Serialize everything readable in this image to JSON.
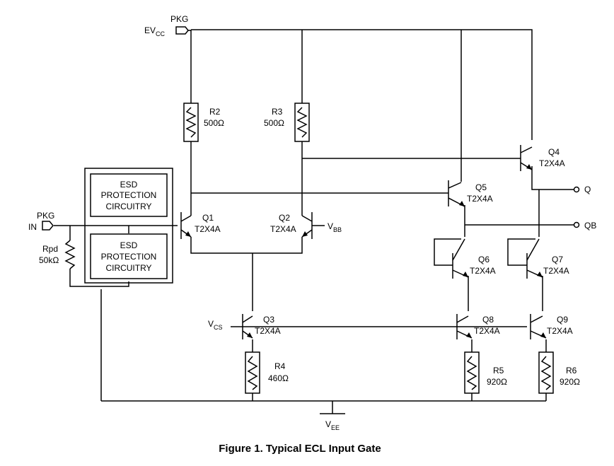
{
  "pins": {
    "pkg_top": "PKG",
    "evcc_main": "EV",
    "evcc_sub": "CC",
    "pkg_in": "PKG",
    "in": "IN",
    "vbb_main": "V",
    "vbb_sub": "BB",
    "vcs_main": "V",
    "vcs_sub": "CS",
    "vee_main": "V",
    "vee_sub": "EE",
    "q": "Q",
    "qb": "QB"
  },
  "resistors": {
    "r2": {
      "name": "R2",
      "value": "500Ω"
    },
    "r3": {
      "name": "R3",
      "value": "500Ω"
    },
    "rpd": {
      "name": "Rpd",
      "value": "50kΩ"
    },
    "r4": {
      "name": "R4",
      "value": "460Ω"
    },
    "r5": {
      "name": "R5",
      "value": "920Ω"
    },
    "r6": {
      "name": "R6",
      "value": "920Ω"
    }
  },
  "transistors": {
    "q1": {
      "name": "Q1",
      "type": "T2X4A"
    },
    "q2": {
      "name": "Q2",
      "type": "T2X4A"
    },
    "q3": {
      "name": "Q3",
      "type": "T2X4A"
    },
    "q4": {
      "name": "Q4",
      "type": "T2X4A"
    },
    "q5": {
      "name": "Q5",
      "type": "T2X4A"
    },
    "q6": {
      "name": "Q6",
      "type": "T2X4A"
    },
    "q7": {
      "name": "Q7",
      "type": "T2X4A"
    },
    "q8": {
      "name": "Q8",
      "type": "T2X4A"
    },
    "q9": {
      "name": "Q9",
      "type": "T2X4A"
    }
  },
  "esd": {
    "top": [
      "ESD",
      "PROTECTION",
      "CIRCUITRY"
    ],
    "bottom": [
      "ESD",
      "PROTECTION",
      "CIRCUITRY"
    ]
  },
  "caption": "Figure 1. Typical ECL Input Gate"
}
